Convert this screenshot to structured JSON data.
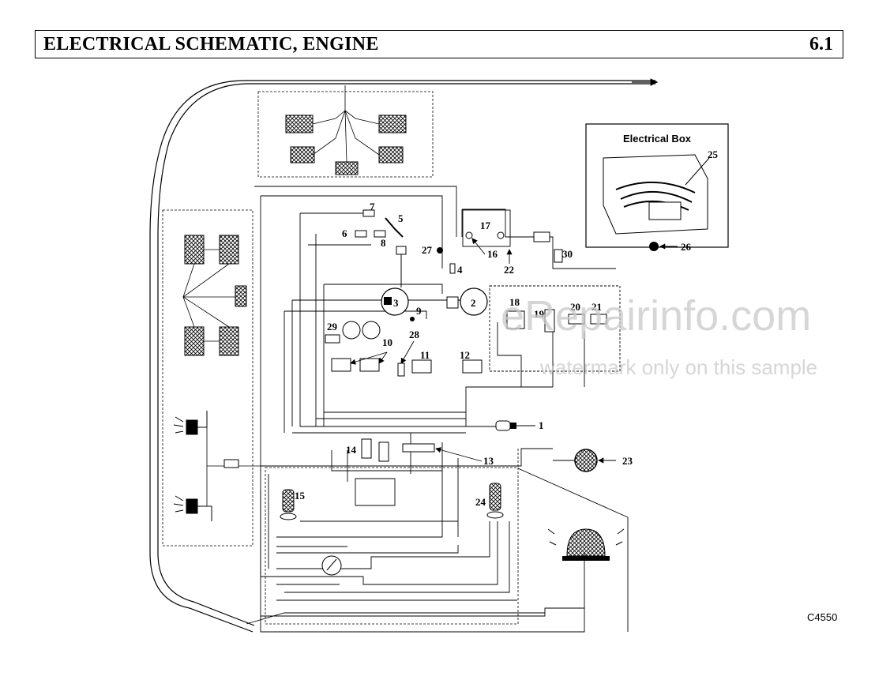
{
  "header": {
    "title": "ELECTRICAL SCHEMATIC, ENGINE",
    "section": "6.1"
  },
  "electrical_box": {
    "title": "Electrical Box"
  },
  "callouts": {
    "c1": "1",
    "c2": "2",
    "c3": "3",
    "c4": "4",
    "c5": "5",
    "c6": "6",
    "c7": "7",
    "c8": "8",
    "c9": "9",
    "c10": "10",
    "c11": "11",
    "c12": "12",
    "c13": "13",
    "c14": "14",
    "c15": "15",
    "c16": "16",
    "c17": "17",
    "c18": "18",
    "c19": "19",
    "c20": "20",
    "c21": "21",
    "c22": "22",
    "c23": "23",
    "c24": "24",
    "c25": "25",
    "c26": "26",
    "c27": "27",
    "c28": "28",
    "c29": "29",
    "c30": "30"
  },
  "watermark": {
    "line1": "eRepairinfo.com",
    "line2": "watermark only on this sample"
  },
  "figure_code": "C4550"
}
